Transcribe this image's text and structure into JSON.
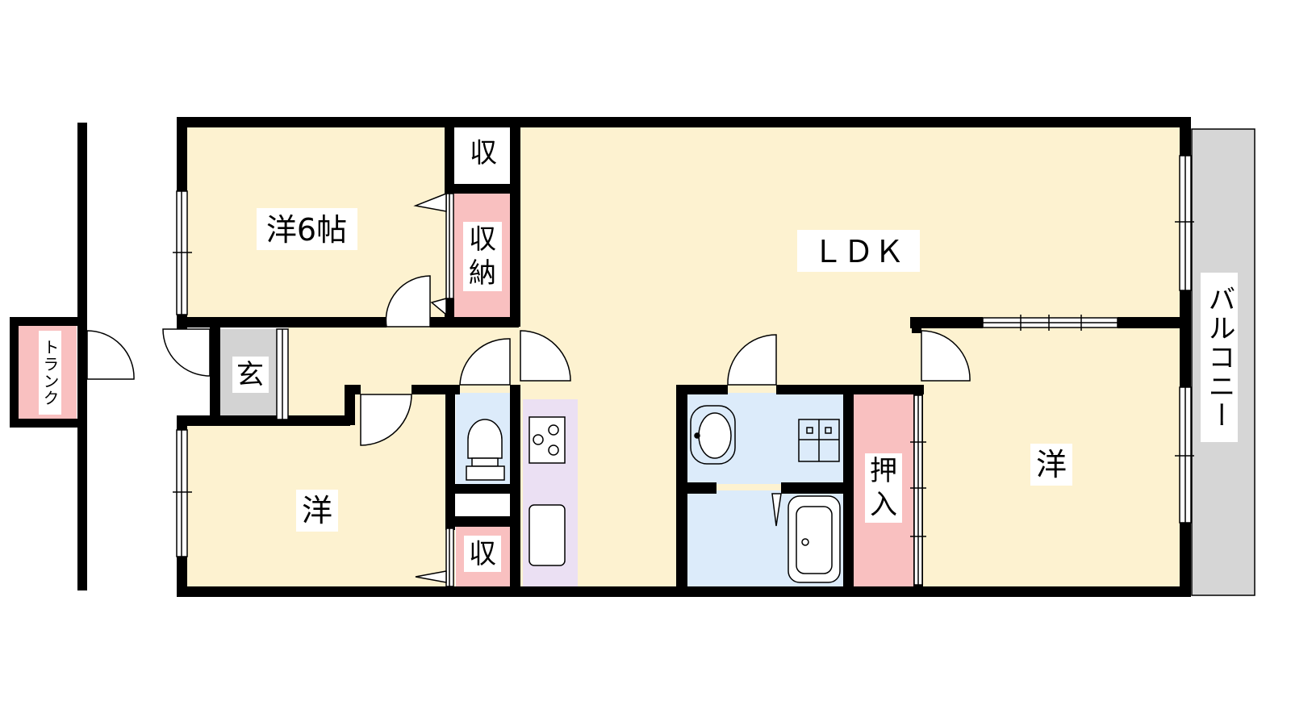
{
  "rooms": {
    "western_6": "洋6帖",
    "ldk": "ＬＤＫ",
    "western_sw": "洋",
    "western_se": "洋",
    "entrance": "玄",
    "storage_top": "収",
    "storage_pink_1": "収",
    "storage_pink_2": "納",
    "storage_bottom": "収",
    "closet_1": "押",
    "closet_2": "入",
    "trunk": "トランク",
    "balcony": "バルコニー"
  },
  "colors": {
    "room_fill": "#fdf2d0",
    "wet_fill": "#dcebfa",
    "storage_fill": "#f9c0c0",
    "kitchen_fill": "#ebe0f3",
    "entrance_fill": "#d3d3d3",
    "balcony_fill": "#d6d6d6",
    "wall": "#000000"
  }
}
